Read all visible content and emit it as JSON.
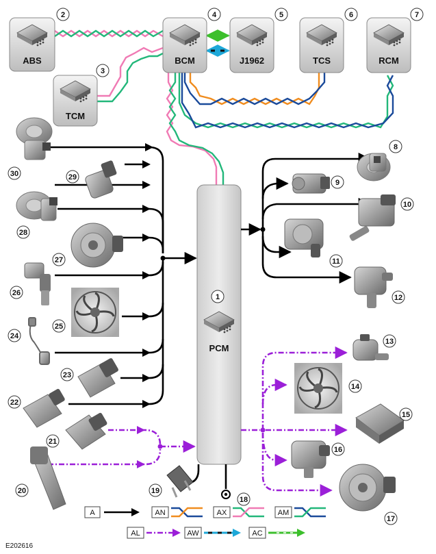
{
  "reference": "E202616",
  "modules": {
    "abs": {
      "label": "ABS",
      "callout": "2"
    },
    "tcm": {
      "label": "TCM",
      "callout": "3"
    },
    "bcm": {
      "label": "BCM",
      "callout": "4"
    },
    "j1962": {
      "label": "J1962",
      "callout": "5"
    },
    "tcs": {
      "label": "TCS",
      "callout": "6"
    },
    "rcm": {
      "label": "RCM",
      "callout": "7"
    },
    "pcm": {
      "label": "PCM",
      "callout": "1"
    }
  },
  "callouts": {
    "c8": "8",
    "c9": "9",
    "c10": "10",
    "c11": "11",
    "c12": "12",
    "c13": "13",
    "c14": "14",
    "c15": "15",
    "c16": "16",
    "c17": "17",
    "c18": "18",
    "c19": "19",
    "c20": "20",
    "c21": "21",
    "c22": "22",
    "c23": "23",
    "c24": "24",
    "c25": "25",
    "c26": "26",
    "c27": "27",
    "c28": "28",
    "c29": "29",
    "c30": "30"
  },
  "legend": {
    "a": "A",
    "an": "AN",
    "ax": "AX",
    "am": "AM",
    "al": "AL",
    "aw": "AW",
    "ac": "AC"
  },
  "colors": {
    "hardwired": "#000000",
    "lin": "#9b1fd8",
    "can_orange": "#f08c1e",
    "can_green": "#22b77a",
    "can_pink": "#f07ab4",
    "can_blue": "#1a4a9a",
    "link_cyan": "#1ea8d8",
    "link_green": "#3cbf2c"
  }
}
